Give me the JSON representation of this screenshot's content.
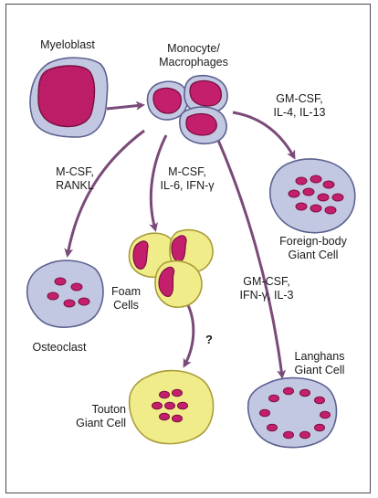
{
  "cells": {
    "myeloblast": "Myeloblast",
    "monocyte": [
      "Monocyte/",
      "Macrophages"
    ],
    "foreign_body": [
      "Foreign-body",
      "Giant Cell"
    ],
    "osteoclast": "Osteoclast",
    "foam": [
      "Foam",
      "Cells"
    ],
    "touton": [
      "Touton",
      "Giant Cell"
    ],
    "langhans": [
      "Langhans",
      "Giant Cell"
    ]
  },
  "cytokines": {
    "foreign_body": [
      "GM-CSF,",
      "IL-4, IL-13"
    ],
    "osteoclast": [
      "M-CSF,",
      "RANKL"
    ],
    "foam": [
      "M-CSF,",
      "IL-6, IFN-γ"
    ],
    "langhans": [
      "GM-CSF,",
      "IFN-γ, IL-3"
    ]
  },
  "uncertain_mark": "?",
  "colors": {
    "arrow": "#7a4a78",
    "cell_fill": "#c3c8e2",
    "cell_outline": "#5c6190",
    "nucleus": "#c41f6c",
    "nucleus_outline": "#7a1040",
    "foam_fill": "#f1ec8a",
    "foam_outline": "#a99c3a"
  }
}
